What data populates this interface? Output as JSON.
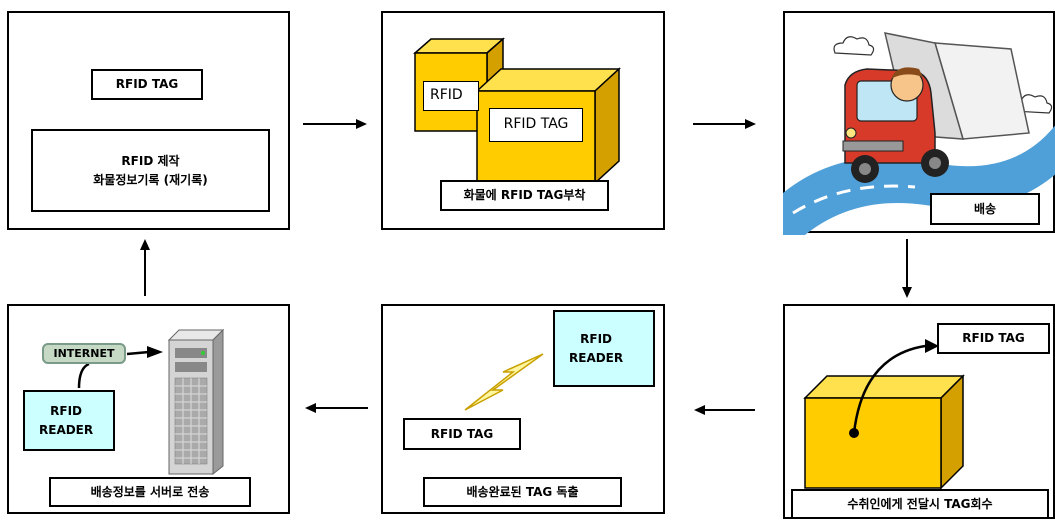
{
  "steps": {
    "create": {
      "tag_label": "RFID TAG",
      "caption": "RFID 제작\n화물정보기록 (재기록)"
    },
    "attach": {
      "box1_label": "RFID",
      "box2_label": "RFID TAG",
      "caption": "화물에 RFID TAG부착"
    },
    "deliver": {
      "caption": "배송"
    },
    "collect": {
      "tag_label": "RFID TAG",
      "caption": "수취인에게 전달시 TAG회수"
    },
    "read": {
      "reader_label": "RFID\nREADER",
      "tag_label": "RFID TAG",
      "caption": "배송완료된 TAG 독출"
    },
    "transmit": {
      "internet_label": "INTERNET",
      "reader_label": "RFID\nREADER",
      "caption": "배송정보를 서버로 전송"
    }
  },
  "colors": {
    "box_yellow": "#ffcc00",
    "reader_cyan": "#ccffff",
    "road_blue": "#4f9fd8",
    "truck_red": "#d83a2a"
  }
}
